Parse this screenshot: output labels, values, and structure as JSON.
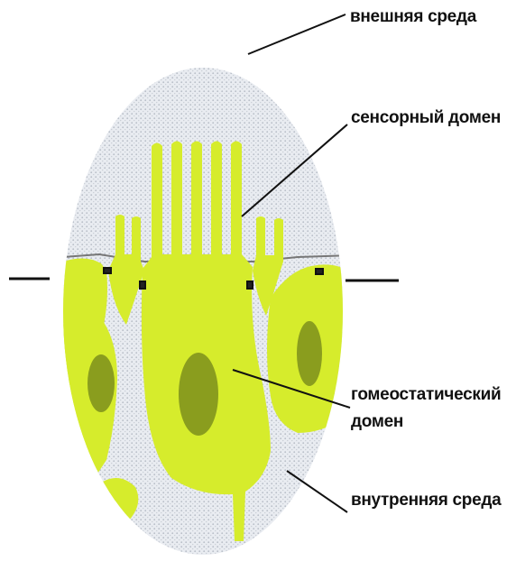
{
  "labels": {
    "external_environment": "внешняя среда",
    "sensory_domain": "сенсорный домен",
    "homeostatic_domain_line1": "гомеостатический",
    "homeostatic_domain_line2": "домен",
    "internal_environment": "внутренняя среда"
  },
  "colors": {
    "cell_fill": "#d6ec2c",
    "nucleus_fill": "#8a9d1e",
    "background_fill": "#e6e9ee",
    "outline": "#111111"
  }
}
